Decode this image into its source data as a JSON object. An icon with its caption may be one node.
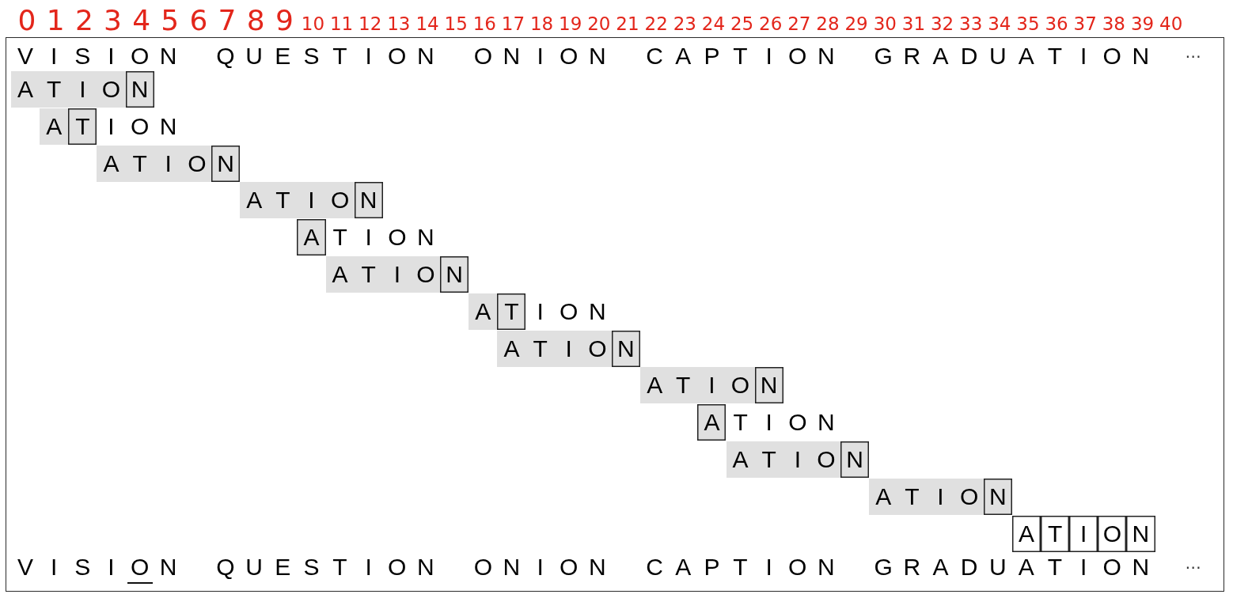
{
  "diagram": {
    "labels": [
      "0",
      "1",
      "2",
      "3",
      "4",
      "5",
      "6",
      "7",
      "8",
      "9",
      "10",
      "11",
      "12",
      "13",
      "14",
      "15",
      "16",
      "17",
      "18",
      "19",
      "20",
      "21",
      "22",
      "23",
      "24",
      "25",
      "26",
      "27",
      "28",
      "29",
      "30",
      "31",
      "32",
      "33",
      "34",
      "35",
      "36",
      "37",
      "38",
      "39",
      "40",
      "V I S I O N",
      "Q U E S T I O N",
      "O N I O N",
      "C A P T I O N",
      "G R A D U A T I O N",
      "⋯",
      "A T I O N",
      "A T I O N",
      "A T I O N",
      "A T I O N",
      "A T I O N",
      "A T I O N",
      "A T I O N",
      "A T I O N",
      "A T I O N",
      "A T I O N",
      "A T I O N",
      "A T I O N",
      "A T I O N",
      "V I S I O N",
      "Q U E S T I O N",
      "O N I O N",
      "C A P T I O N",
      "G R A D U A T I O N",
      "⋯"
    ]
  }
}
